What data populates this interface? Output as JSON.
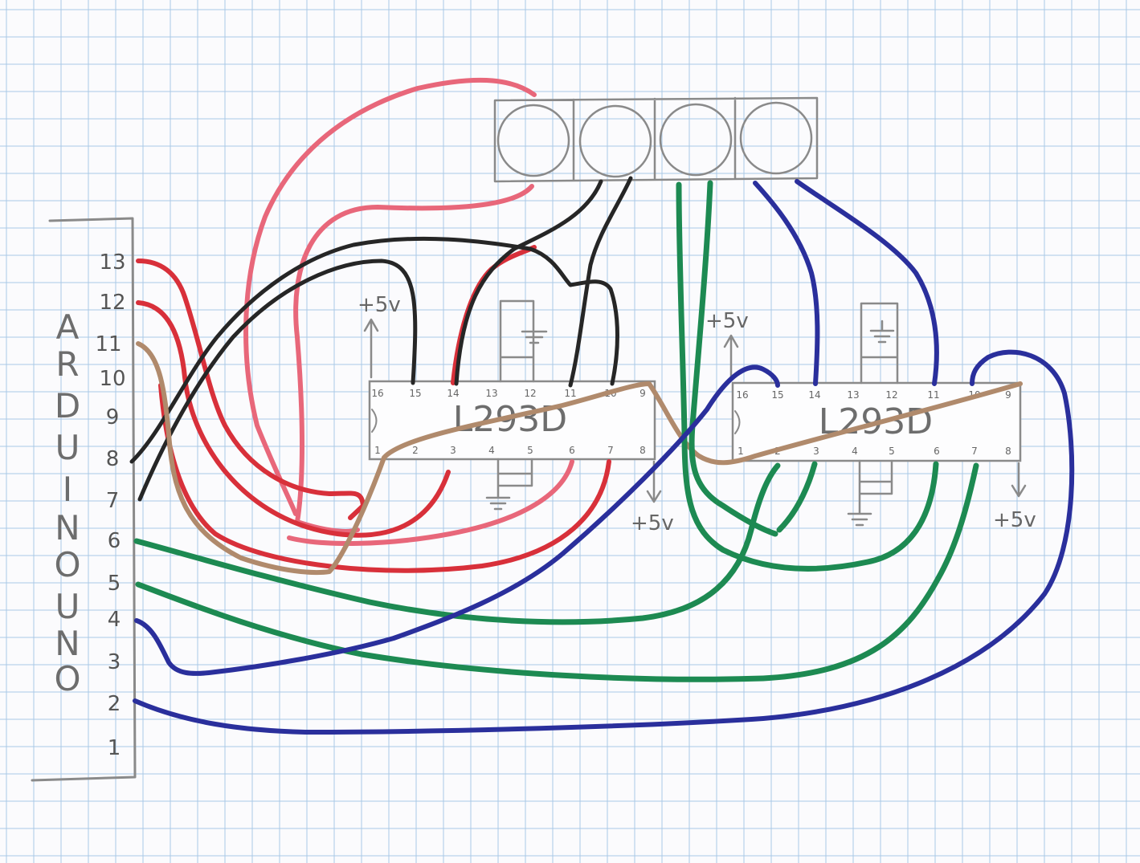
{
  "board": {
    "label_letters": [
      "A",
      "R",
      "D",
      "U",
      "I",
      "N",
      "O",
      "U",
      "N",
      "O"
    ],
    "pins": [
      "13",
      "12",
      "11",
      "10",
      "9",
      "8",
      "7",
      "6",
      "5",
      "4",
      "3",
      "2",
      "1"
    ]
  },
  "chips": [
    {
      "label": "L293D",
      "top_pins": [
        "16",
        "15",
        "14",
        "13",
        "12",
        "11",
        "10",
        "9"
      ],
      "bottom_pins": [
        "1",
        "2",
        "3",
        "4",
        "5",
        "6",
        "7",
        "8"
      ],
      "vcc_top": "+5v",
      "vcc_bottom": "+5v"
    },
    {
      "label": "L293D",
      "top_pins": [
        "16",
        "15",
        "14",
        "13",
        "12",
        "11",
        "10",
        "9"
      ],
      "bottom_pins": [
        "1",
        "2",
        "3",
        "4",
        "5",
        "6",
        "7",
        "8"
      ],
      "vcc_top": "+5v",
      "vcc_bottom": "+5v"
    }
  ],
  "wire_colors": {
    "red": "#d8303a",
    "pink": "#e8677a",
    "black": "#262626",
    "brown": "#b08a6c",
    "green": "#1d8a52",
    "blue": "#2a2f9c"
  },
  "pencil_color": "#8a8a8a",
  "grid_color": "#a9c8e6"
}
